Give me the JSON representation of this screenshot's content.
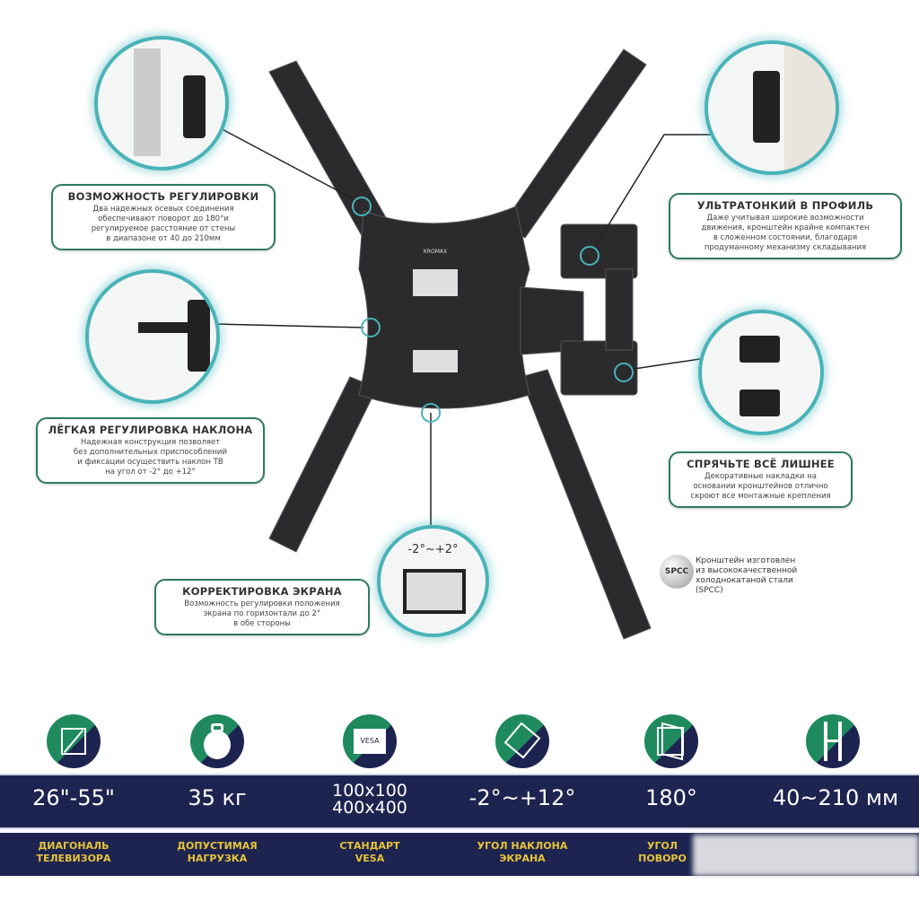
{
  "callouts": [
    {
      "title": "ВОЗМОЖНОСТЬ РЕГУЛИРОВКИ",
      "text": [
        "Два надежных осевых соединения",
        "обеспечивают поворот до 180°и",
        "регулируемое расстояние от стены",
        "в диапазоне от 40 до 210мм"
      ]
    },
    {
      "title": "ЛЁГКАЯ РЕГУЛИРОВКА НАКЛОНА",
      "text": [
        "Надежная конструкция позволяет",
        "без дополнительных приспособлений",
        "и фиксации осуществить наклон ТВ",
        "на угол от -2° до +12°"
      ]
    },
    {
      "title": "УЛЬТРАТОНКИЙ В ПРОФИЛЬ",
      "text": [
        "Даже учитывая широкие возможности",
        "движения, кронштейн крайне компактен",
        "в сложенном состоянии, благодаря",
        "продуманному механизму складывания"
      ]
    },
    {
      "title": "СПРЯЧЬТЕ ВСЁ ЛИШНЕЕ",
      "text": [
        "Декоративные накладки на",
        "основании кронштейнов отлично",
        "скроют все монтажные крепления"
      ]
    },
    {
      "title": "КОРРЕКТИРОВКА ЭКРАНА",
      "text": [
        "Возможность регулировки положения",
        "экрана по горизонтали до 2°",
        "в обе стороны"
      ]
    }
  ],
  "spcc": {
    "badge": "SPCC",
    "text": [
      "Кронштейн изготовлен",
      "из высококачественной",
      "холоднокатаной стали",
      "(SPCC)"
    ]
  },
  "swivel_label": "-2°~+2°",
  "brand_logo": "KROMAX",
  "specs": [
    {
      "icon": "diagonal-icon",
      "value": "26\"-55\"",
      "label": [
        "ДИАГОНАЛЬ",
        "ТЕЛЕВИЗОРА"
      ]
    },
    {
      "icon": "weight-icon",
      "value": "35 кг",
      "label": [
        "ДОПУСТИМАЯ",
        "НАГРУЗКА"
      ]
    },
    {
      "icon": "vesa-icon",
      "icon_text": "VESA",
      "value": [
        "100x100",
        "400x400"
      ],
      "label": [
        "СТАНДАРТ",
        "VESA"
      ]
    },
    {
      "icon": "tilt-icon",
      "value": "-2°~+12°",
      "label": [
        "УГОЛ НАКЛОНА",
        "ЭКРАНА"
      ]
    },
    {
      "icon": "rotate-icon",
      "value": "180°",
      "label": [
        "УГОЛ",
        "ПОВОРО"
      ]
    },
    {
      "icon": "wall-distance-icon",
      "value": "40~210 мм",
      "label": []
    }
  ],
  "colors": {
    "navy": "#1e2450",
    "green": "#1f8a5e",
    "teal": "#49b3b8",
    "yellow": "#e6c43a",
    "mount": "#2b2b2d"
  }
}
